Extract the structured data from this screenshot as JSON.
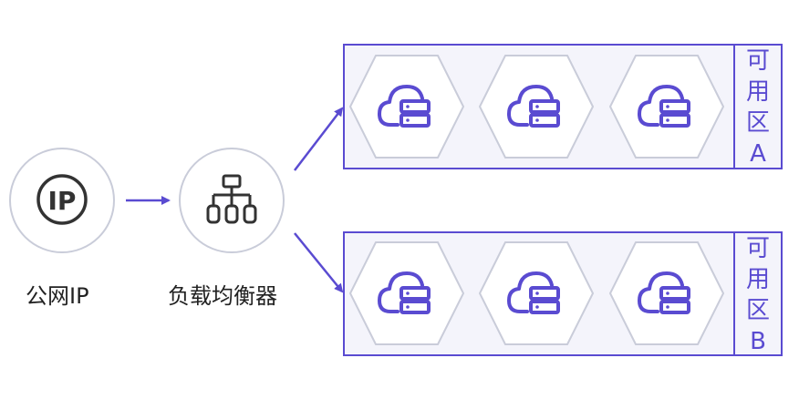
{
  "nodes": {
    "public_ip": {
      "label": "公网IP",
      "icon_text": "IP",
      "icon": "ip-icon"
    },
    "load_balancer": {
      "label": "负载均衡器",
      "icon": "network-tree-icon"
    }
  },
  "zones": [
    {
      "label_chars": [
        "可",
        "用",
        "区",
        "A"
      ],
      "server_count": 3,
      "icon": "cloud-server-icon"
    },
    {
      "label_chars": [
        "可",
        "用",
        "区",
        "B"
      ],
      "server_count": 3,
      "icon": "cloud-server-icon"
    }
  ],
  "colors": {
    "accent": "#5a4bd1",
    "circle_stroke": "#c9ccd9",
    "hex_stroke": "#c9ccd9",
    "zone_fill": "#f4f4fb",
    "icon_dark": "#333333"
  }
}
